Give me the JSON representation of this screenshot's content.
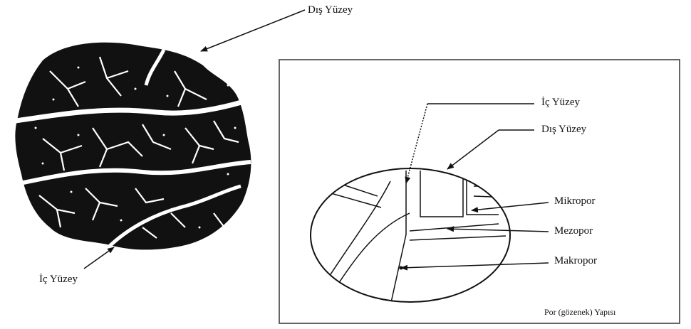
{
  "left_particle": {
    "outer_surface_label": "Dış Yüzey",
    "inner_surface_label": "İç Yüzey"
  },
  "pore_panel": {
    "labels": {
      "inner_surface": "İç Yüzey",
      "outer_surface": "Dış Yüzey",
      "micropore": "Mikropor",
      "mesopore": "Mezopor",
      "macropore": "Makropor"
    },
    "caption": "Por (gözenek) Yapısı"
  }
}
